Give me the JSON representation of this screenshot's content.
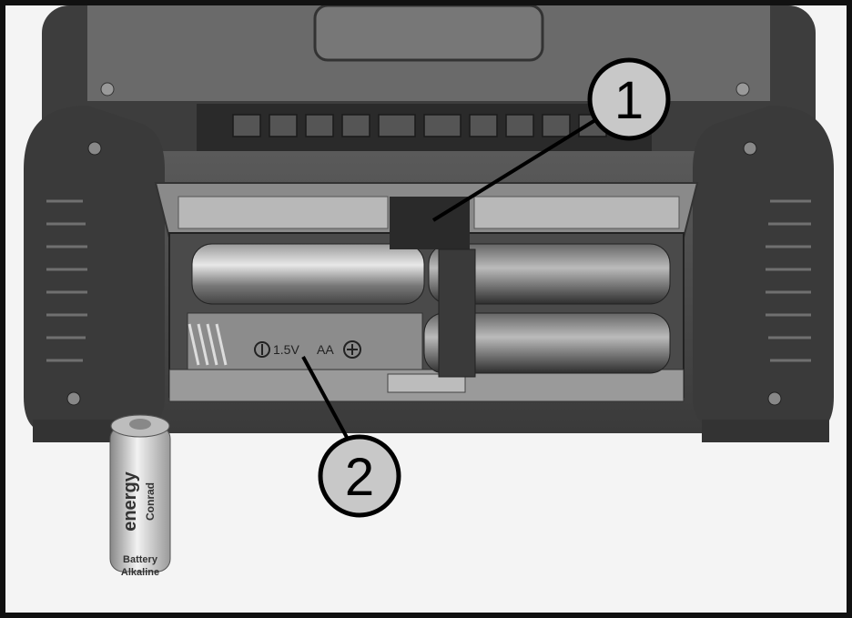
{
  "callouts": [
    {
      "number": "1"
    },
    {
      "number": "2"
    }
  ],
  "compartment_marking": {
    "voltage": "1.5V",
    "size": "AA"
  },
  "loose_battery": {
    "brand": "Conrad",
    "line": "energy",
    "type_1": "Battery",
    "type_2": "Alkaline"
  },
  "colors": {
    "frame": "#111111",
    "device_body": "#4a4a4a",
    "grip": "#3a3a3a",
    "background": "#f4f4f4",
    "callout_fill": "#c8c8c8"
  }
}
